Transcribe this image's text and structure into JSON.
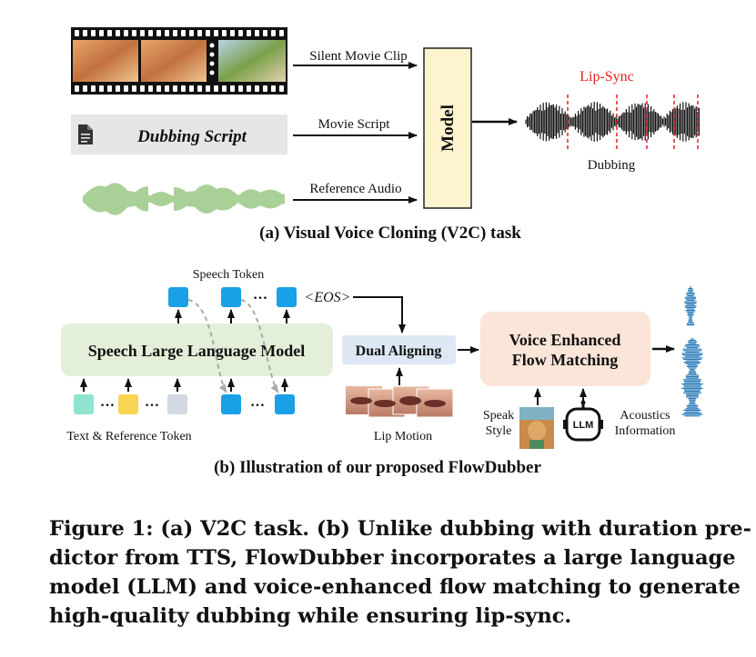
{
  "part_a": {
    "inputs": {
      "silent_movie_clip": "Silent Movie Clip",
      "movie_script": "Movie Script",
      "reference_audio": "Reference Audio"
    },
    "dubbing_script": "Dubbing Script",
    "model": "Model",
    "lip_sync": "Lip-Sync",
    "dubbing": "Dubbing",
    "title": "(a) Visual Voice Cloning (V2C) task"
  },
  "part_b": {
    "speech_token": "Speech Token",
    "eos": "<EOS>",
    "llm_box": "Speech Large Language Model",
    "dual_aligning": "Dual Aligning",
    "vefm_line1": "Voice Enhanced",
    "vefm_line2": "Flow Matching",
    "text_ref_token": "Text & Reference Token",
    "lip_motion": "Lip Motion",
    "speak_style_line1": "Speak",
    "speak_style_line2": "Style",
    "llm_icon_label": "LLM",
    "acoustics_line1": "Acoustics",
    "acoustics_line2": "Information",
    "ellipsis": "…",
    "title": "(b) Illustration of our proposed FlowDubber"
  },
  "caption": {
    "lines": [
      "Figure 1: (a) V2C task. (b) Unlike dubbing with duration pre-",
      "dictor from TTS, FlowDubber incorporates a large language",
      "model (LLM) and voice-enhanced flow matching to generate",
      "high-quality dubbing while ensuring lip-sync."
    ]
  },
  "colors": {
    "model_fill": "#fdf3cf",
    "llm_fill": "#e3efd9",
    "dual_fill": "#dde8f4",
    "vefm_fill": "#fbe5d8",
    "token_blue": "#1aa0e6",
    "token_teal": "#8fe3cf",
    "token_yellow": "#f8d455",
    "token_gray": "#d3d9e2",
    "lip_sync_red": "#e32020",
    "waveform_green": "#93c47d",
    "waveform_out_blue": "#2a7ab8"
  }
}
